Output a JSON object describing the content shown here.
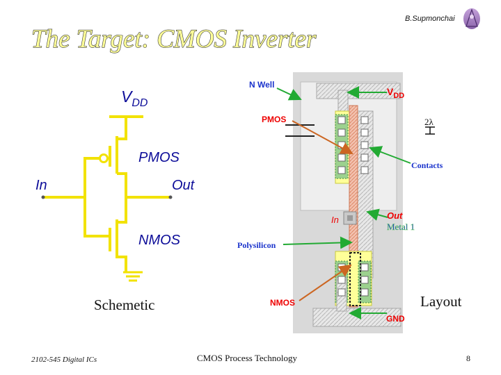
{
  "slide": {
    "title": "The Target: CMOS Inverter",
    "author": "B.Supmonchai",
    "footer_left": "2102-545 Digital ICs",
    "footer_center": "CMOS Process Technology",
    "page_number": "8"
  },
  "schematic": {
    "vdd_main": "V",
    "vdd_sub": "DD",
    "pmos": "PMOS",
    "nmos": "NMOS",
    "in": "In",
    "out": "Out",
    "caption": "Schemetic"
  },
  "layout": {
    "n_well": "N Well",
    "vdd_main": "V",
    "vdd_sub": "DD",
    "pmos": "PMOS",
    "two_lambda": "2λ",
    "contacts": "Contacts",
    "in": "In",
    "out": "Out",
    "metal1": "Metal 1",
    "polysilicon": "Polysilicon",
    "nmos": "NMOS",
    "gnd": "GND",
    "caption": "Layout"
  },
  "colors": {
    "title": "#ffff99",
    "wire": "#f2e200",
    "text_blue": "#0d0d99",
    "text_red": "#ee0000",
    "text_layout_blue": "#1a33cc",
    "text_green": "#117733",
    "arrow_orange": "#cc6622",
    "arrow_green": "#22aa33",
    "substrate": "#d8d8d8",
    "well": "#eeeeee",
    "metal": "#c4c4c4",
    "active_green": "#9cd18e",
    "active_yellow": "#ffff99",
    "poly": "#f5b7a3"
  }
}
